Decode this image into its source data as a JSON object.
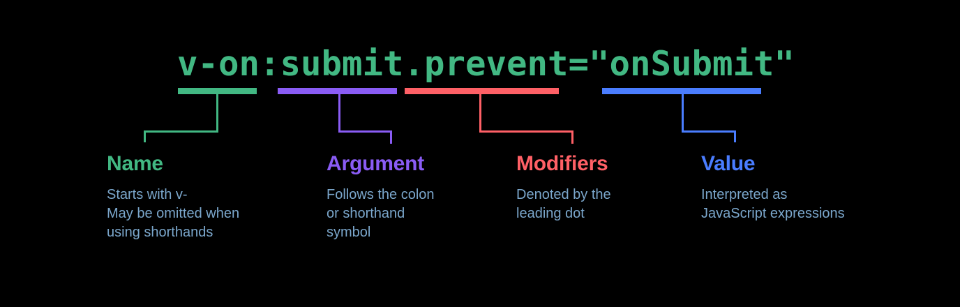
{
  "background": "#000000",
  "code": {
    "text": "v-on:submit.prevent=\"onSubmit\"",
    "color": "#42b883",
    "segments": [
      {
        "name": "name",
        "text": "v-on",
        "color": "#42b883"
      },
      {
        "name": "argument",
        "text": ":submit",
        "color": "#8a5cf5"
      },
      {
        "name": "modifiers",
        "text": ".prevent",
        "color": "#ff6066"
      },
      {
        "name": "value",
        "text": "=\"onSubmit\"",
        "color": "#4a7dff"
      }
    ]
  },
  "description_color": "#7ba7cc",
  "annotations": [
    {
      "id": "name",
      "title": "Name",
      "color": "#42b883",
      "description": "Starts with v-\nMay be omitted when\nusing shorthands"
    },
    {
      "id": "argument",
      "title": "Argument",
      "color": "#8a5cf5",
      "description": "Follows the colon\nor shorthand\nsymbol"
    },
    {
      "id": "modifiers",
      "title": "Modifiers",
      "color": "#ff6066",
      "description": "Denoted by the\nleading dot"
    },
    {
      "id": "value",
      "title": "Value",
      "color": "#4a7dff",
      "description": "Interpreted as\nJavaScript expressions"
    }
  ]
}
